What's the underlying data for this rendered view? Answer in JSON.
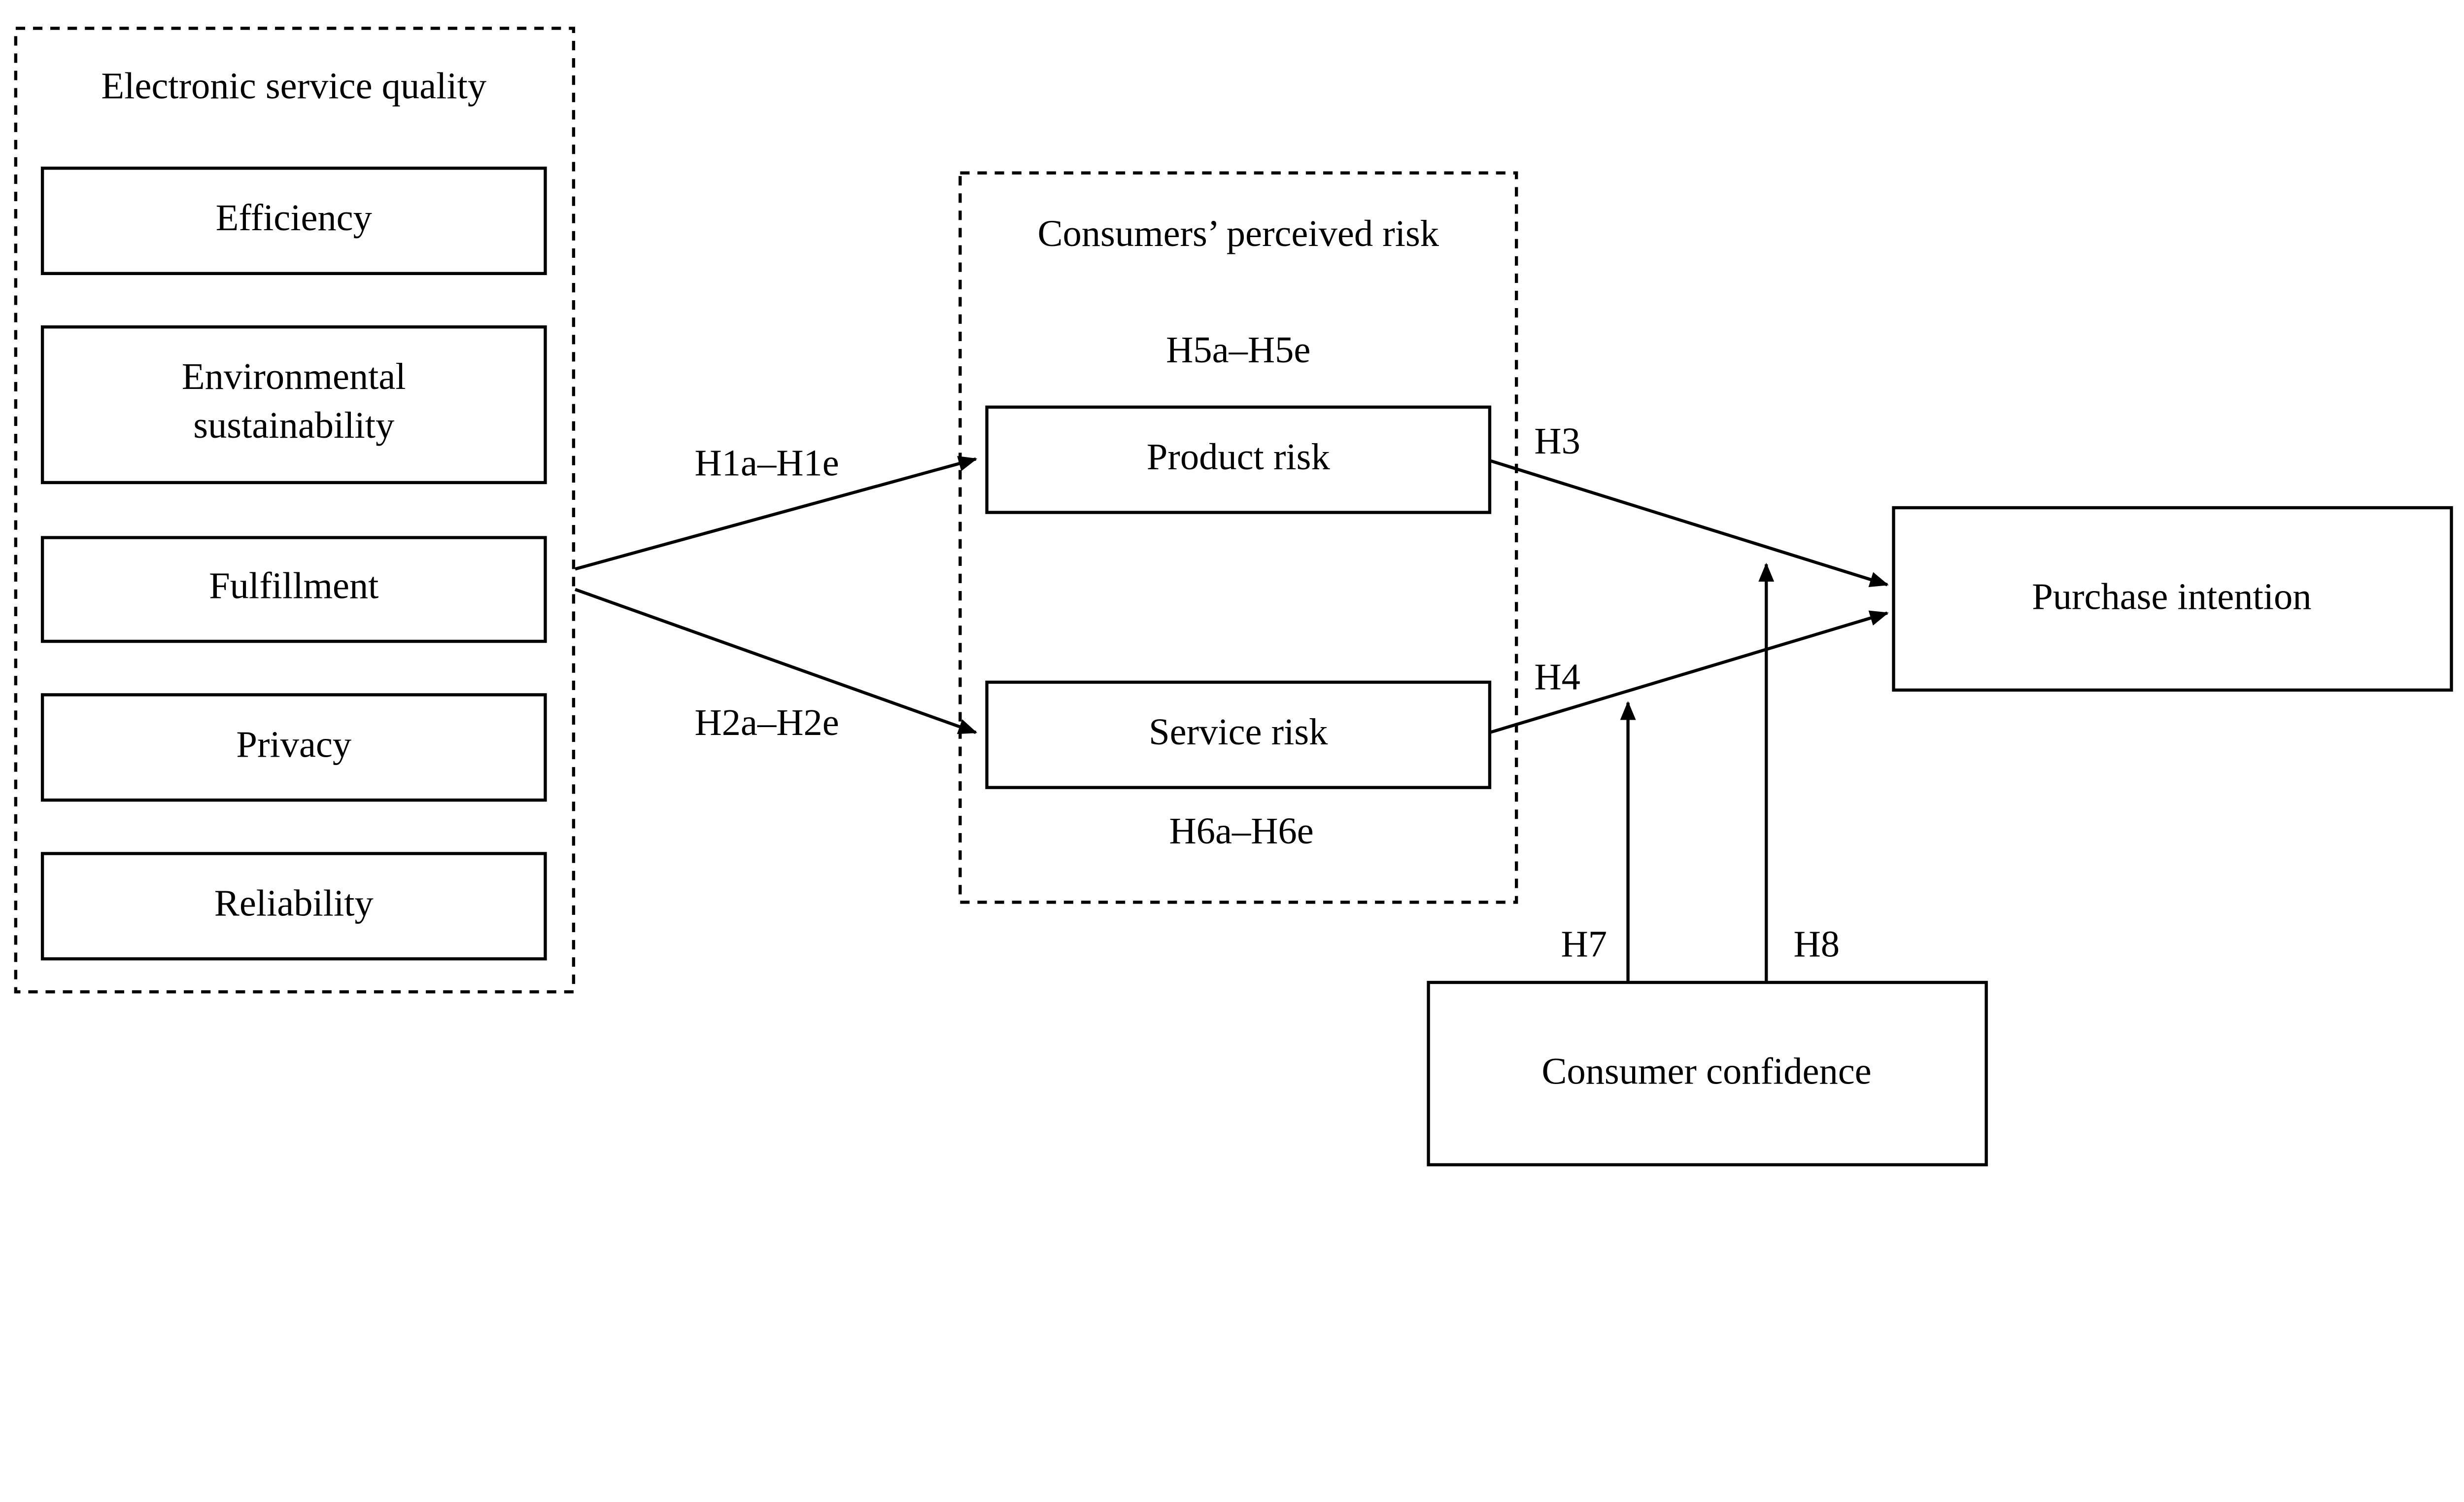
{
  "groups": {
    "esq": {
      "title": "Electronic service quality",
      "items": [
        "Efficiency",
        "Environmental",
        "sustainability",
        "Fulfillment",
        "Privacy",
        "Reliability"
      ]
    },
    "risk": {
      "title": "Consumers’ perceived risk",
      "product": "Product risk",
      "service": "Service risk",
      "h5": "H5a–H5e",
      "h6": "H6a–H6e"
    }
  },
  "nodes": {
    "purchase": "Purchase intention",
    "confidence": "Consumer confidence"
  },
  "hypotheses": {
    "h1": "H1a–H1e",
    "h2": "H2a–H2e",
    "h3": "H3",
    "h4": "H4",
    "h7": "H7",
    "h8": "H8"
  }
}
